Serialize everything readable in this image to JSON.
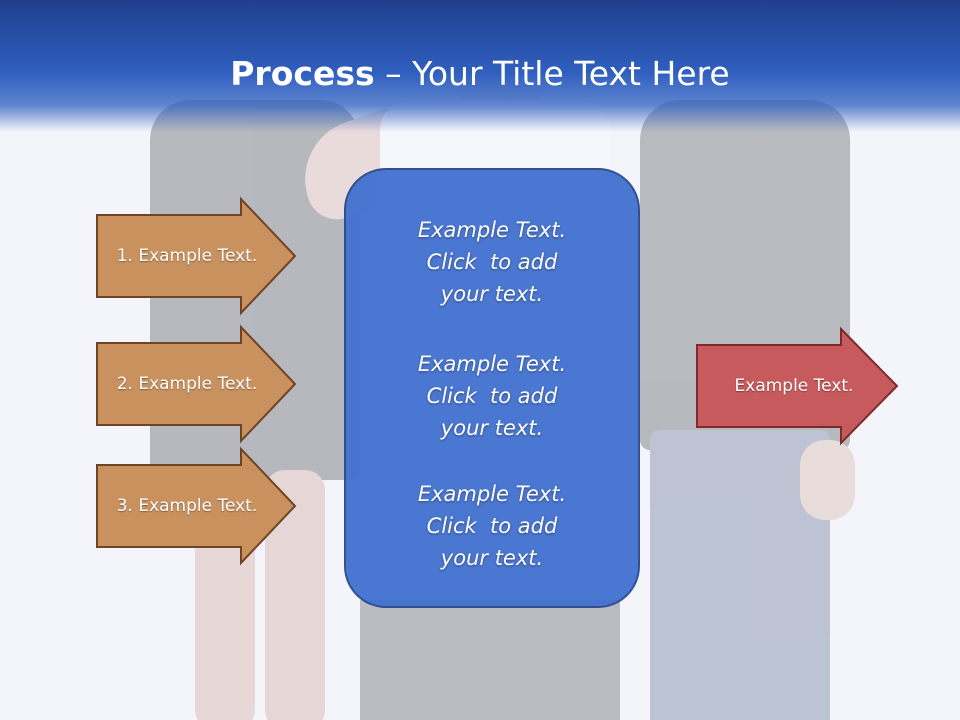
{
  "slide": {
    "title_bold": "Process",
    "title_rest": " – Your Title Text Here",
    "colors": {
      "title_bar": "#2f5fbf",
      "left_arrow_fill": "#c8915e",
      "left_arrow_stroke": "#6e4424",
      "right_arrow_fill": "#c65a5c",
      "right_arrow_stroke": "#7e2a2c",
      "center_box_fill": "#4472d0",
      "center_box_stroke": "#2c4a8e"
    },
    "left_arrows": [
      {
        "label": "1. Example Text."
      },
      {
        "label": "2. Example Text."
      },
      {
        "label": "3. Example Text."
      }
    ],
    "right_arrow": {
      "label": "Example Text."
    },
    "center_items": [
      {
        "line1": "Example Text.",
        "line2": "Click  to add",
        "line3": "your text."
      },
      {
        "line1": "Example Text.",
        "line2": "Click  to add",
        "line3": "your text."
      },
      {
        "line1": "Example Text.",
        "line2": "Click  to add",
        "line3": "your text."
      }
    ]
  }
}
